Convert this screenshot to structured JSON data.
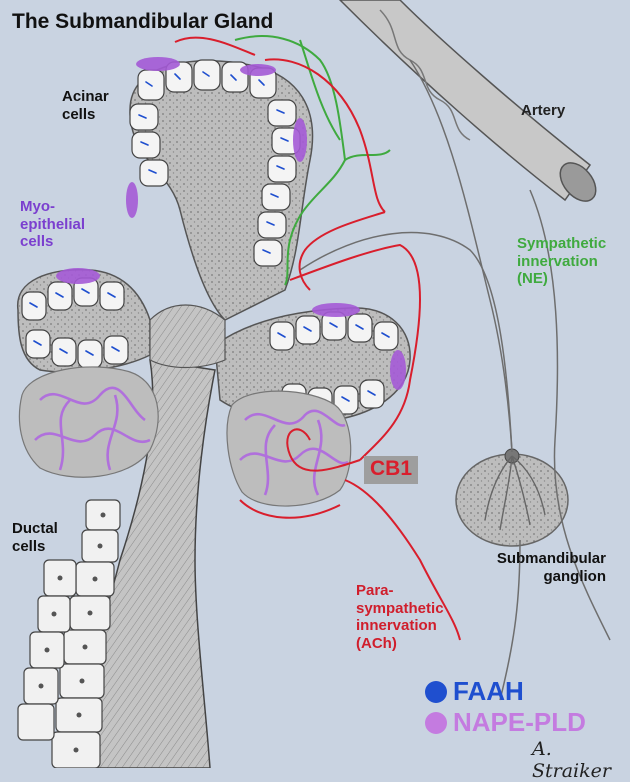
{
  "title": "The Submandibular Gland",
  "labels": {
    "acinar_cells": "Acinar cells",
    "myoepithelial_cells": "Myo-epithelial cells",
    "artery": "Artery",
    "sympathetic_innervation": "Sympathetic innervation (NE)",
    "cb1": "CB1",
    "ductal_cells": "Ductal cells",
    "submandibular_ganglion": "Submandibular ganglion",
    "parasympathetic_innervation": "Para-sympathetic innervation (ACh)"
  },
  "legend": [
    {
      "label": "FAAH",
      "color": "#1f4fcf"
    },
    {
      "label": "NAPE-PLD",
      "color": "#c47be0"
    }
  ],
  "signature": "A. Straiker",
  "colors": {
    "background": "#c9d3e1",
    "myoepithelial": "#a45ad6",
    "sympathetic": "#3faa3f",
    "parasympathetic": "#d91e2c",
    "cb1_text": "#d91e2c",
    "faah_marks": "#1f4fcf",
    "tissue": "#b9b9b9"
  }
}
